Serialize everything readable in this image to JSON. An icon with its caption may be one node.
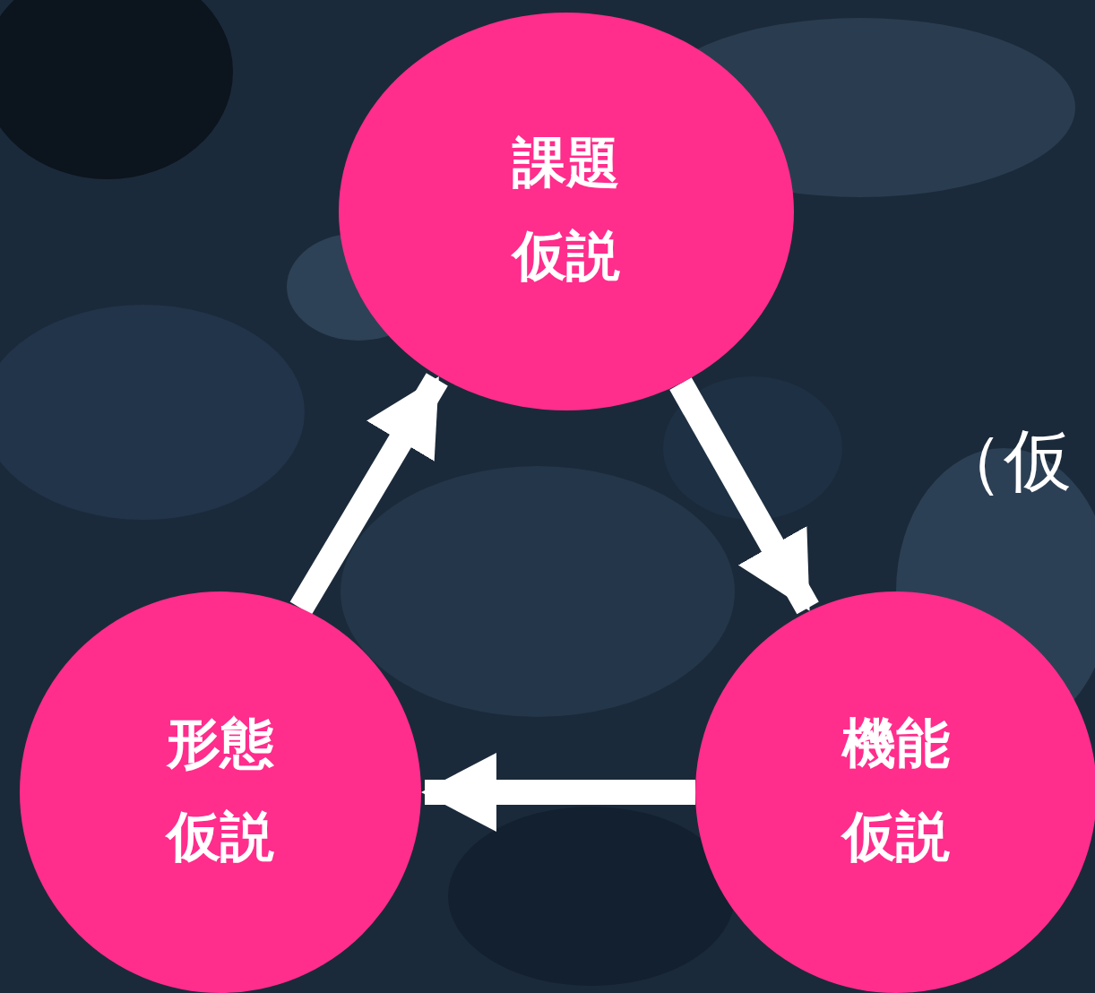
{
  "diagram": {
    "nodes": [
      {
        "text": [
          "課題仮説"
        ]
      },
      {
        "text": [
          "形態仮説"
        ]
      },
      {
        "text": [
          "機能仮説"
        ]
      }
    ],
    "edges": [
      {
        "from": 0,
        "to": 2,
        "arrow": "to"
      },
      {
        "from": 2,
        "to": 1,
        "arrow": "to"
      },
      {
        "from": 1,
        "to": 0,
        "arrow": "to"
      }
    ],
    "labels": [
      "（仮"
    ]
  }
}
